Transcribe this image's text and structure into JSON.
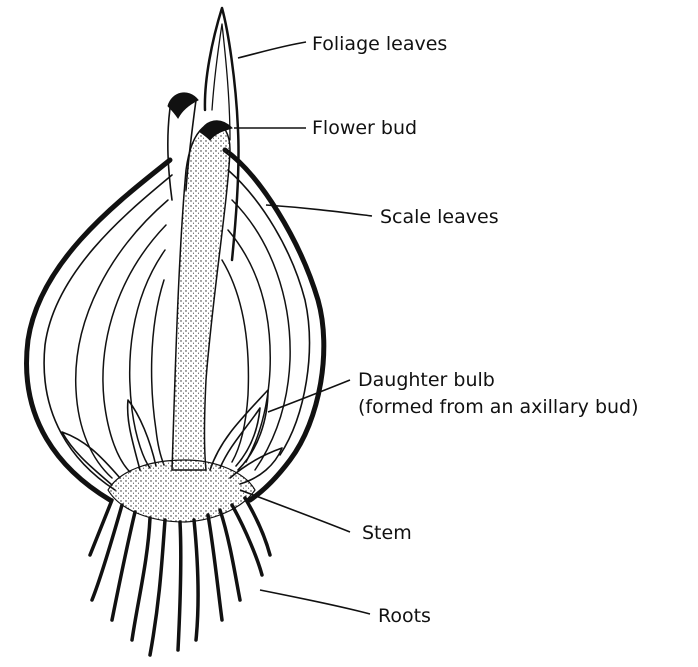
{
  "labels": {
    "foliage_leaves": "Foliage leaves",
    "flower_bud": "Flower bud",
    "scale_leaves": "Scale leaves",
    "daughter_bulb_line1": "Daughter bulb",
    "daughter_bulb_line2": "(formed from an axillary bud)",
    "stem": "Stem",
    "roots": "Roots"
  }
}
